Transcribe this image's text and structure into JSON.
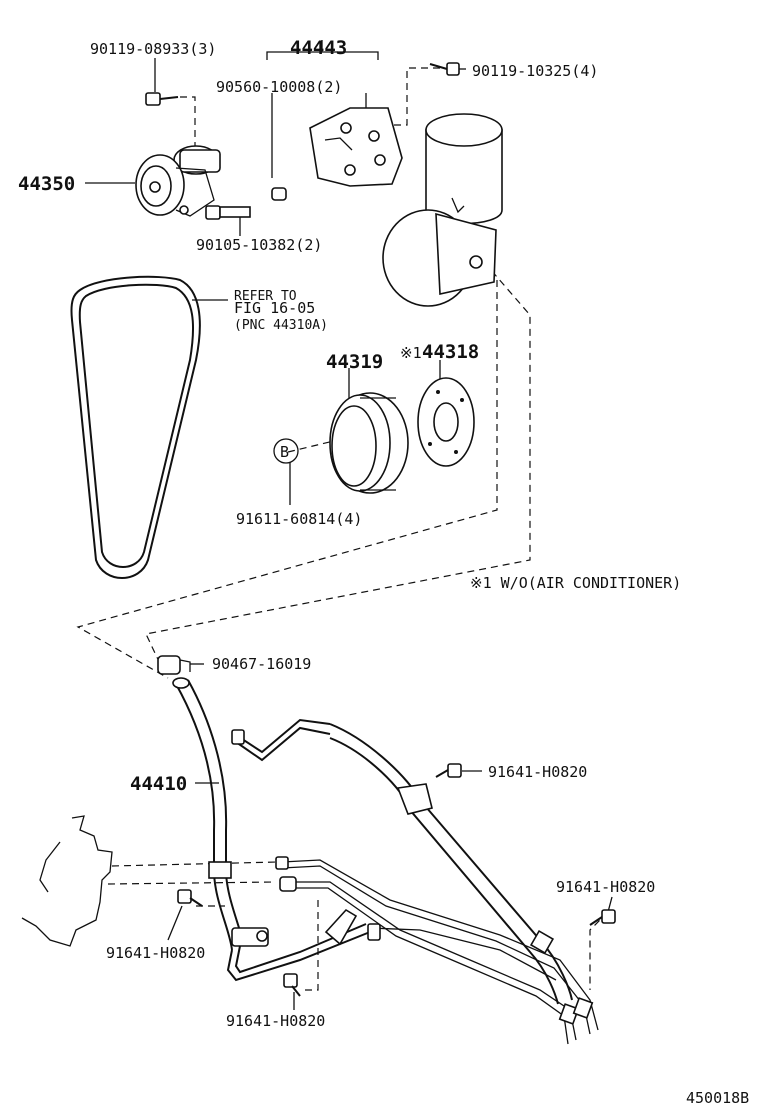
{
  "labels": {
    "bolt_top_left": "90119-08933(3)",
    "bracket_assy": "44443",
    "spacer": "90560-10008(2)",
    "bolt_top_right": "90119-10325(4)",
    "idler_pulley": "44350",
    "bolt_long": "90105-10382(2)",
    "belt_refer_1": "REFER TO",
    "belt_refer_2": "FIG 16-05",
    "belt_refer_3": "(PNC 44310A)",
    "pulley": "44319",
    "plate_mark": "※1",
    "plate": "44318",
    "circle_b": "B",
    "pulley_bolt": "91611-60814(4)",
    "note": "※1 W/O(AIR CONDITIONER)",
    "clip": "90467-16019",
    "hose": "44410",
    "bolt_a": "91641-H0820",
    "bolt_b": "91641-H0820",
    "bolt_c": "91641-H0820",
    "bolt_d": "91641-H0820",
    "figure_id": "450018B"
  }
}
